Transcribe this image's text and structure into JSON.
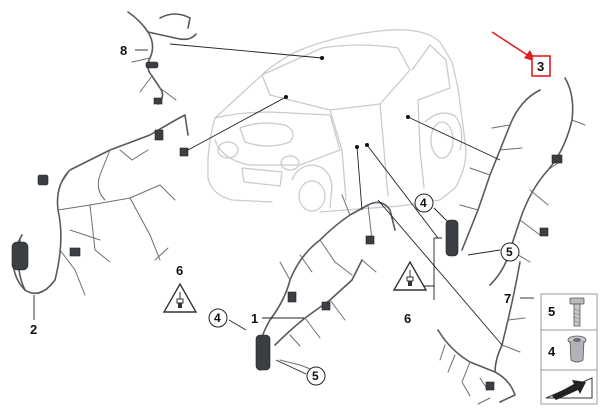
{
  "diagram": {
    "callouts": {
      "c1": "1",
      "c2": "2",
      "c3": "3",
      "c4a": "4",
      "c4b": "4",
      "c5a": "5",
      "c5b": "5",
      "c6a": "6",
      "c6b": "6",
      "c7": "7",
      "c8": "8"
    },
    "legend": {
      "item5": "5",
      "item4": "4"
    },
    "colors": {
      "car_outline": "#c8ccd0",
      "harness": "#555a60",
      "highlight_box": "#e02020",
      "arrow": "#e02020"
    },
    "icons": [
      "warning-triangle-icon",
      "bolt-icon",
      "nut-icon",
      "wedge-icon",
      "pointer-arrow-icon"
    ]
  }
}
